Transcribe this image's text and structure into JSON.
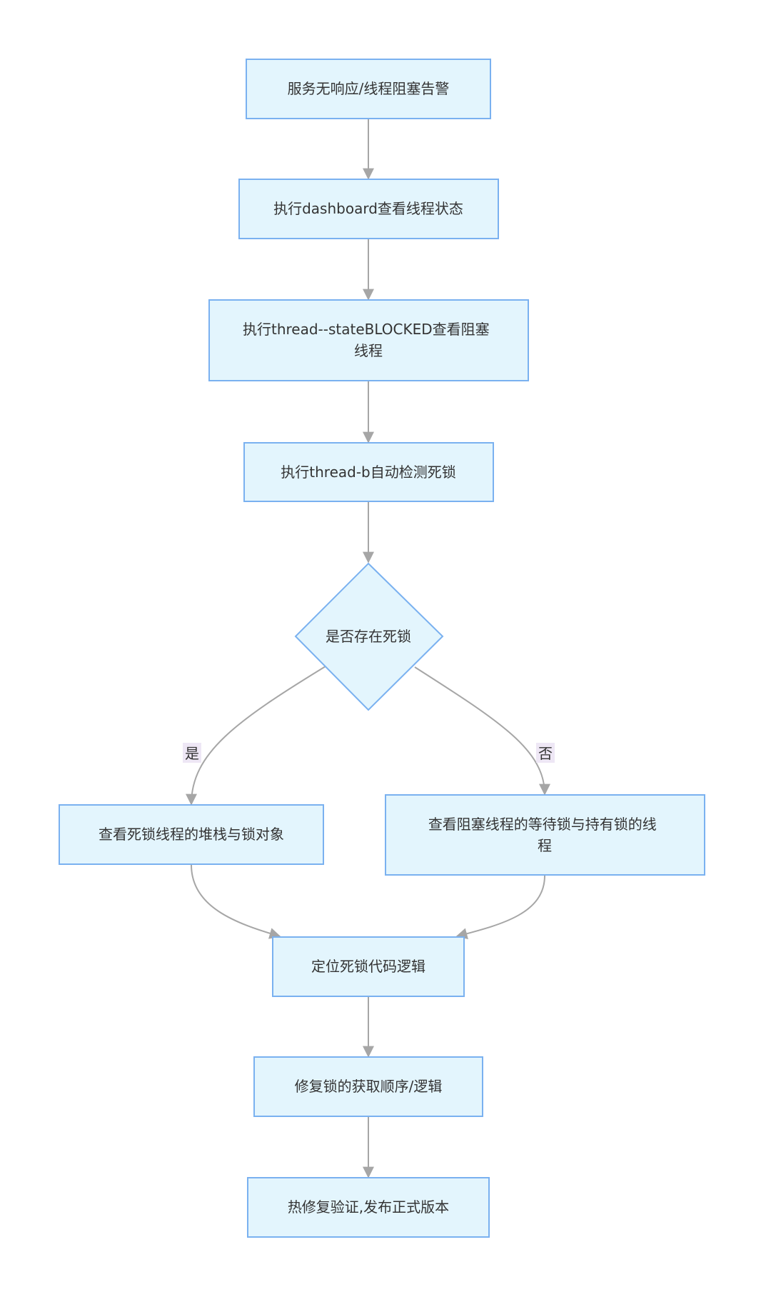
{
  "nodes": {
    "alert": "服务无响应/线程阻塞告警",
    "dashboard": "执行dashboard查看线程状态",
    "blocked": [
      "执行thread--stateBLOCKED查看阻塞",
      "线程"
    ],
    "detect": "执行thread-b自动检测死锁",
    "decision": "是否存在死锁",
    "deadlock_stack": "查看死锁线程的堆栈与锁对象",
    "wait_holders": [
      "查看阻塞线程的等待锁与持有锁的线",
      "程"
    ],
    "locate": "定位死锁代码逻辑",
    "fix": "修复锁的获取顺序/逻辑",
    "hotfix": "热修复验证,发布正式版本"
  },
  "edges": {
    "yes_label": "是",
    "no_label": "否"
  },
  "colors": {
    "node_fill": "#e3f5fd",
    "node_border": "#7ab1f0",
    "edge": "#a6a6a6",
    "edge_label_bg": "#eee7f5",
    "text": "#333333"
  }
}
